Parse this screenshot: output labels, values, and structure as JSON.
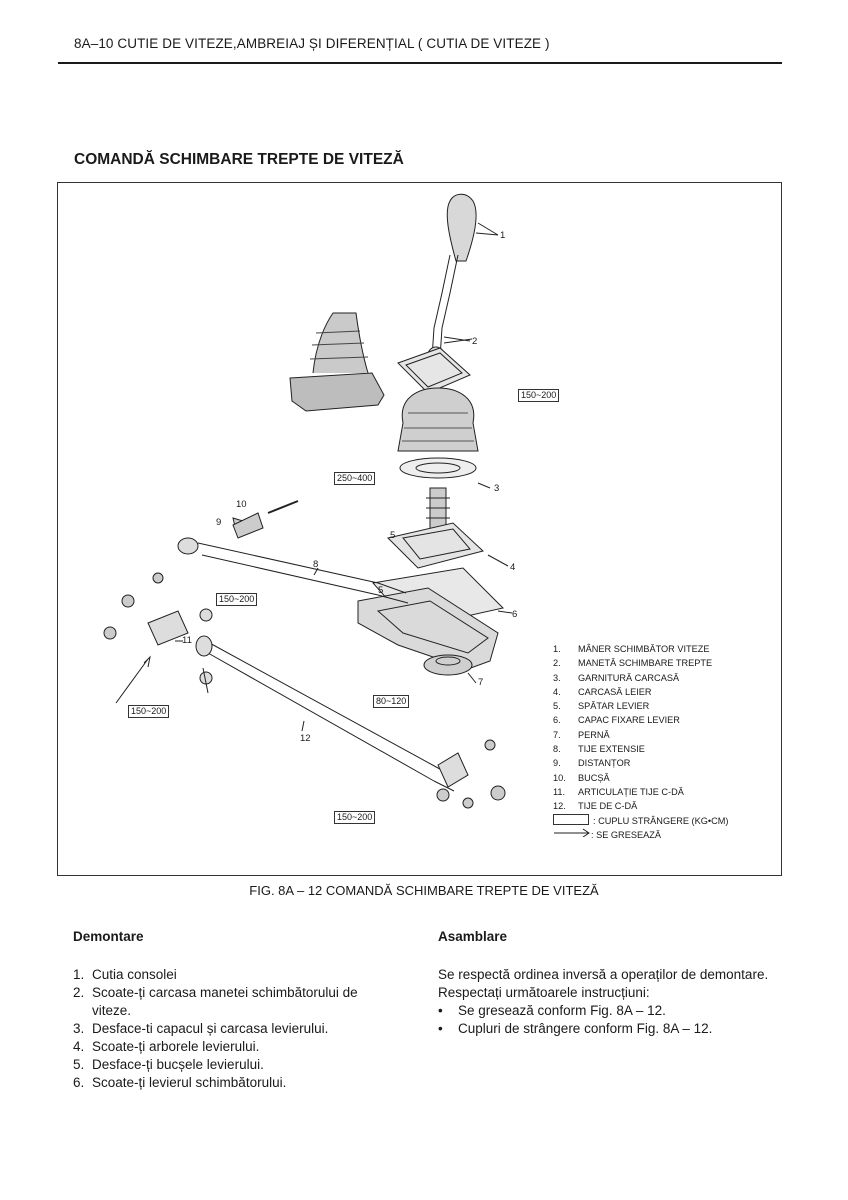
{
  "header": {
    "text": "8A–10 CUTIE DE VITEZE,AMBREIAJ ȘI DIFERENȚIAL ( CUTIA DE VITEZE )"
  },
  "section_title": "COMANDĂ SCHIMBARE TREPTE DE VITEZĂ",
  "figure": {
    "callouts": [
      "1",
      "2",
      "3",
      "4",
      "5",
      "5",
      "6",
      "7",
      "8",
      "9",
      "10",
      "11",
      "12"
    ],
    "torques": [
      "150~200",
      "250~400",
      "150~200",
      "80~120",
      "150~200",
      "150~200"
    ],
    "legend": [
      {
        "n": "1.",
        "text": "MÂNER SCHIMBĂTOR VITEZE"
      },
      {
        "n": "2.",
        "text": "MANETĂ SCHIMBARE TREPTE"
      },
      {
        "n": "3.",
        "text": "GARNITURĂ  CARCASĂ"
      },
      {
        "n": "4.",
        "text": "CARCASĂ LEIER"
      },
      {
        "n": "5.",
        "text": "SPĂTAR LEVIER"
      },
      {
        "n": "6.",
        "text": "CAPAC FIXARE LEVIER"
      },
      {
        "n": "7.",
        "text": "PERNĂ"
      },
      {
        "n": "8.",
        "text": "TIJE EXTENSIE"
      },
      {
        "n": "9.",
        "text": "DISTANȚOR"
      },
      {
        "n": "10.",
        "text": "BUCȘĂ"
      },
      {
        "n": "11.",
        "text": "ARTICULAȚIE TIJE C-DĂ"
      },
      {
        "n": "12.",
        "text": "TIJE DE C-DĂ"
      }
    ],
    "key_torque": ":  CUPLU STRÂNGERE (KG•CM)",
    "key_grease": ":  SE  GRESEAZĂ"
  },
  "caption": "FIG. 8A – 12  COMANDĂ SCHIMBARE TREPTE DE VITEZĂ",
  "left": {
    "heading": "Demontare",
    "items": [
      {
        "n": "1.",
        "text": "Cutia consolei"
      },
      {
        "n": "2.",
        "text": "Scoate-ți carcasa manetei schimbătorului de"
      },
      {
        "n": "",
        "text": "viteze."
      },
      {
        "n": "3.",
        "text": "Desface-ti capacul și carcasa levierului."
      },
      {
        "n": "4.",
        "text": "Scoate-ți arborele levierului."
      },
      {
        "n": "5.",
        "text": "Desface-ți bucșele levierului."
      },
      {
        "n": "6.",
        "text": "Scoate-ți levierul schimbătorului."
      }
    ]
  },
  "right": {
    "heading": "Asamblare",
    "para1": "Se respectă ordinea inversă a operaților de demontare.",
    "para2": "Respectați următoarele instrucțiuni:",
    "bullets": [
      {
        "b": "•",
        "text": "Se gresează conform  Fig. 8A – 12."
      },
      {
        "b": "•",
        "text": "Cupluri de strângere conform  Fig. 8A – 12."
      }
    ]
  }
}
